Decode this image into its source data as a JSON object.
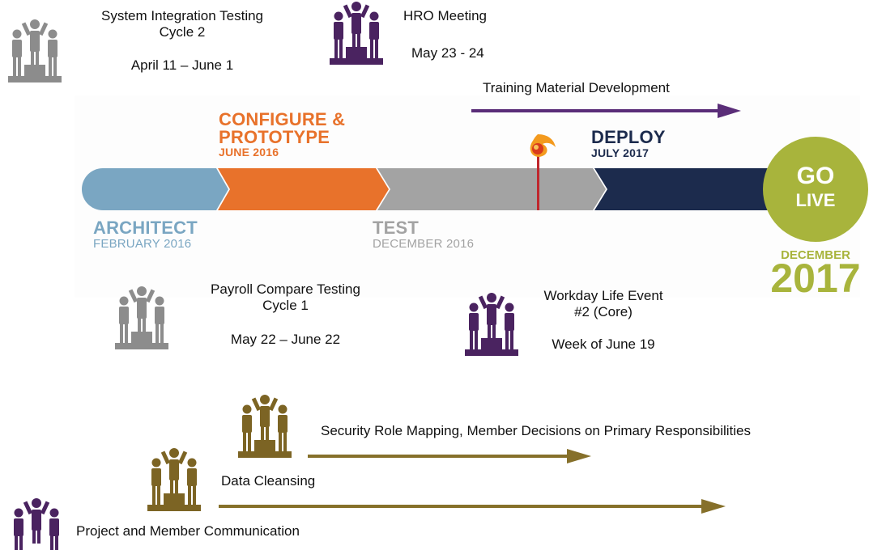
{
  "colors": {
    "architect": "#7aa6c2",
    "configure": "#e8722b",
    "test": "#a3a3a3",
    "deploy": "#1c2b4d",
    "go_live": "#a8b43c",
    "milestone_gray": "#8c8c8c",
    "milestone_purple": "#4a2360",
    "milestone_gold": "#7c6424",
    "arrow_purple": "#5a2d78",
    "arrow_gold": "#86702a",
    "flag_red": "#c0272d"
  },
  "phases": {
    "architect": {
      "title": "ARCHITECT",
      "date": "FEBRUARY 2016"
    },
    "configure": {
      "title_line1": "CONFIGURE &",
      "title_line2": "PROTOTYPE",
      "date": "JUNE 2016"
    },
    "test": {
      "title": "TEST",
      "date": "DECEMBER 2016"
    },
    "deploy": {
      "title": "DEPLOY",
      "date": "JULY 2017"
    },
    "go_live": {
      "line1": "GO",
      "line2": "LIVE",
      "month": "DECEMBER",
      "year": "2017"
    }
  },
  "events": {
    "sit": {
      "line1": "System Integration Testing",
      "line2": "Cycle 2",
      "date": "April 11 – June 1"
    },
    "hro": {
      "title": "HRO Meeting",
      "date": "May 23 - 24"
    },
    "training": {
      "label": "Training Material Development"
    },
    "payroll": {
      "line1": "Payroll Compare Testing",
      "line2": "Cycle 1",
      "date": "May 22 – June 22"
    },
    "workday": {
      "line1": "Workday Life Event",
      "line2": "#2 (Core)",
      "date": "Week of June 19"
    },
    "security": {
      "label": "Security Role Mapping, Member Decisions on Primary Responsibilities"
    },
    "cleansing": {
      "label": "Data Cleansing"
    },
    "communication": {
      "label": "Project and Member Communication"
    }
  }
}
